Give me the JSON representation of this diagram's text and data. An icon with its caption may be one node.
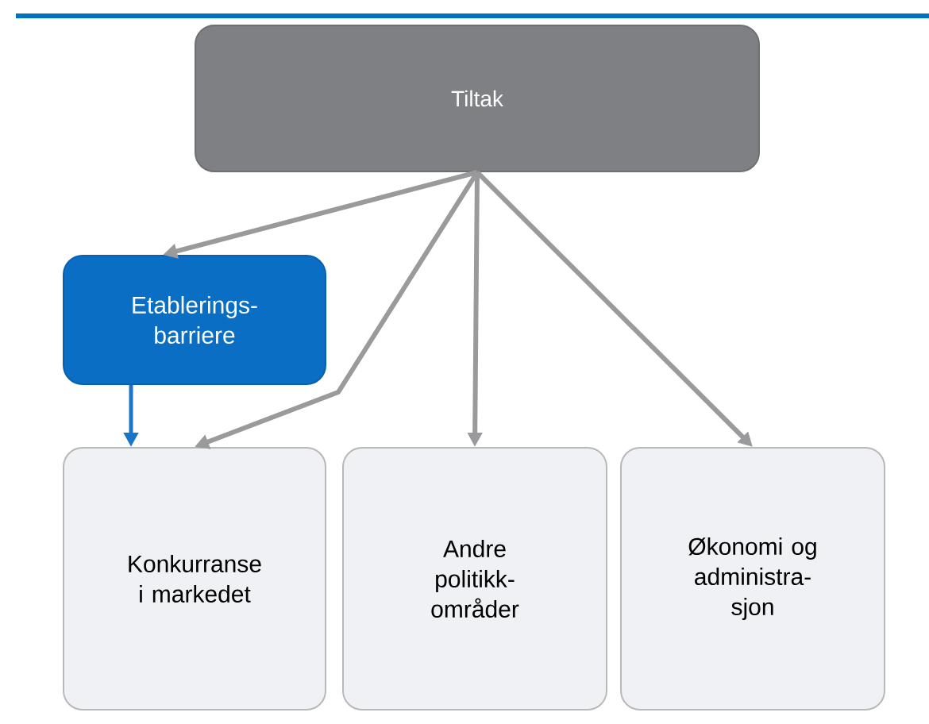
{
  "diagram": {
    "nodes": [
      {
        "text": [
          "Tiltak"
        ]
      },
      {
        "text": [
          "Etablerings- barriere"
        ]
      },
      {
        "text": [
          "Konkurranse i markedet"
        ]
      },
      {
        "text": [
          "Andre politikk- områder"
        ]
      },
      {
        "text": [
          "Økonomi og administra- sjon"
        ]
      }
    ],
    "edges": [
      {
        "from": 0,
        "to": 1,
        "arrow": "to"
      },
      {
        "from": 0,
        "to": 2,
        "arrow": "to"
      },
      {
        "from": 0,
        "to": 3,
        "arrow": "to"
      },
      {
        "from": 0,
        "to": 4,
        "arrow": "to"
      },
      {
        "from": 1,
        "to": 2,
        "arrow": "to",
        "color": "#1a75c8"
      }
    ]
  }
}
